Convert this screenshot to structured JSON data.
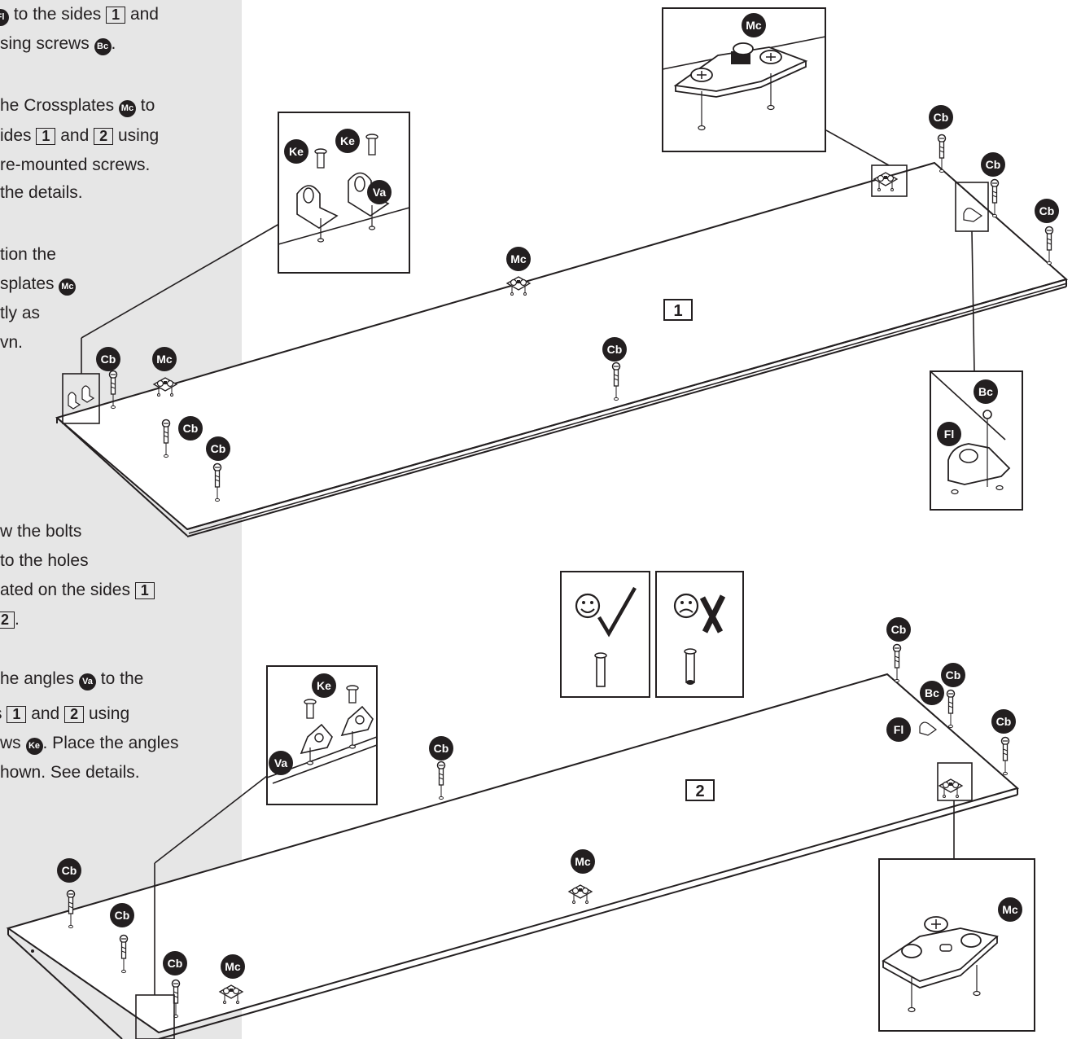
{
  "sidebar": {
    "step1": {
      "a": "to the sides",
      "b": "and",
      "c": "sing screws"
    },
    "step2": {
      "a": "he Crossplates",
      "b": "to",
      "c": "ides",
      "d": "and",
      "e": "using",
      "f": "re-mounted screws.",
      "g": "the details."
    },
    "step3": {
      "a": "tion the",
      "b": "splates",
      "c": "tly as",
      "d": "vn."
    },
    "step4": {
      "a": "w the bolts",
      "b": "to the holes",
      "c": "ated on the sides"
    },
    "step5": {
      "a": "he angles",
      "b": "to the",
      "c": "and",
      "d": "using",
      "e": "ws",
      "f": ". Place the angles",
      "g": "hown. See details."
    }
  },
  "parts": {
    "Mc": "Mc",
    "Cb": "Cb",
    "Ke": "Ke",
    "Va": "Va",
    "Bc": "Bc",
    "Fl": "Fl"
  },
  "panels": {
    "one": "1",
    "two": "2"
  },
  "icons": {
    "correct": "smile-check-icon",
    "wrong": "frown-cross-icon"
  }
}
